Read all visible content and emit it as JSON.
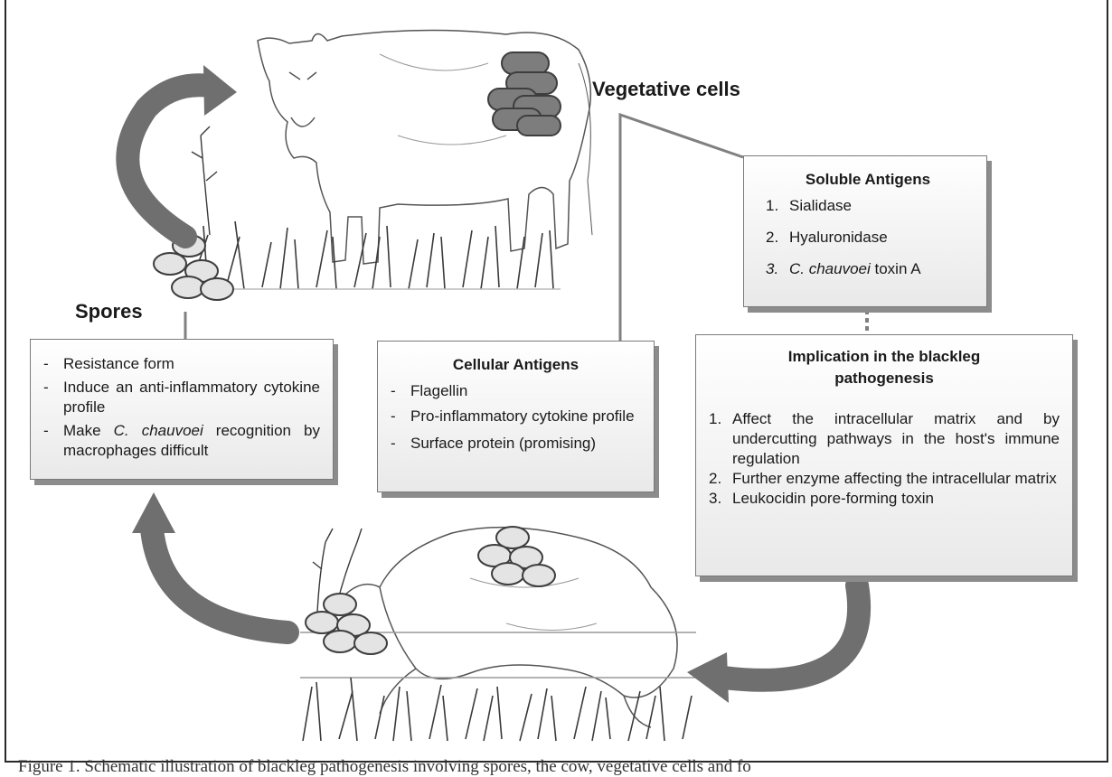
{
  "labels": {
    "vegetative_cells": "Vegetative cells",
    "spores": "Spores"
  },
  "soluble_antigens": {
    "title": "Soluble Antigens",
    "items": [
      {
        "num": "1.",
        "text": "Sialidase"
      },
      {
        "num": "2.",
        "text": "Hyaluronidase"
      },
      {
        "num": "3.",
        "text_italic": "C. chauvoei",
        "text": " toxin A"
      }
    ]
  },
  "cellular_antigens": {
    "title": "Cellular Antigens",
    "items": [
      {
        "mark": "-",
        "text": "Flagellin"
      },
      {
        "mark": "-",
        "text": "Pro-inflammatory cytokine profile"
      },
      {
        "mark": "-",
        "text": "Surface protein (promising)"
      }
    ]
  },
  "spores_box": {
    "items": [
      {
        "mark": "-",
        "text": "Resistance form"
      },
      {
        "mark": "-",
        "text": "Induce an anti-inflammatory cytokine profile"
      },
      {
        "mark": "-",
        "pre": "Make ",
        "italic": "C. chauvoei",
        "post": " recognition by macrophages difficult"
      }
    ]
  },
  "pathogenesis": {
    "title": "Implication in the blackleg pathogenesis",
    "items": [
      {
        "num": "1.",
        "text": "Affect the intracellular matrix and by undercutting pathways in the host's immune regulation"
      },
      {
        "num": "2.",
        "text": "Further enzyme affecting the intracellular matrix"
      },
      {
        "num": "3.",
        "text": "Leukocidin pore-forming toxin"
      }
    ]
  },
  "caption": "Figure 1.  Schematic illustration of blackleg pathogenesis involving spores, the cow, vegetative cells and fo",
  "colors": {
    "arrow": "#6f6f6f",
    "rod": "#7d7d7d",
    "spore": "#e4e4e4",
    "box_shadow": "#8c8c8c",
    "connector": "#808080"
  }
}
